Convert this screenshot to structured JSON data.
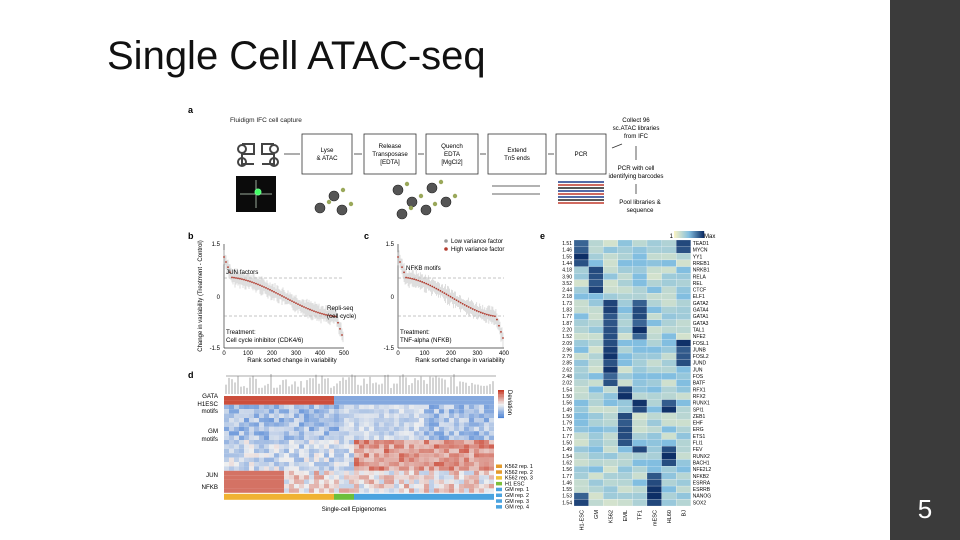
{
  "slide": {
    "title": "Single Cell ATAC-seq",
    "page_number": "5"
  },
  "colors": {
    "sidebar": "#3b3b3b",
    "heatmap_low": "#f6f1c4",
    "heatmap_high": "#0d2e66",
    "curve": "#b23b2e",
    "gata_bar": "#c0392b",
    "jun_bar": "#b5651d"
  },
  "panel_a": {
    "label": "a",
    "capture": "Fluidigm IFC cell capture",
    "steps": [
      {
        "lines": [
          "Lyse",
          "& ATAC"
        ]
      },
      {
        "lines": [
          "Release",
          "Transposase",
          "[EDTA]"
        ]
      },
      {
        "lines": [
          "Quench",
          "EDTA",
          "[MgCl2]"
        ]
      },
      {
        "lines": [
          "Extend",
          "Tn5 ends"
        ]
      },
      {
        "lines": [
          "PCR"
        ]
      }
    ],
    "collect": [
      "Collect 96",
      "sc.ATAC libraries",
      "from IFC"
    ],
    "pcr_barcodes": [
      "PCR with cell",
      "identifying barcodes"
    ],
    "pool": [
      "Pool libraries &",
      "sequence"
    ]
  },
  "panel_b": {
    "label": "b",
    "ylabel": "Change in variability (Treatment - Control)",
    "yticks": [
      "1.5",
      "0",
      "-1.5"
    ],
    "xticks": [
      "0",
      "100",
      "200",
      "300",
      "400",
      "500"
    ],
    "xlabel": "Rank sorted change in variability",
    "top_factor": "JUN factors",
    "bottom_factor": [
      "Repli-seq",
      "(cell cycle)"
    ],
    "treatment": [
      "Treatment:",
      "Cell cycle inhibitor (CDK4/6)"
    ]
  },
  "panel_c": {
    "label": "c",
    "yticks": [
      "1.5",
      "0",
      "-1.5"
    ],
    "xticks": [
      "0",
      "100",
      "200",
      "300",
      "400"
    ],
    "xlabel": "Rank sorted change in variability",
    "legend": [
      "Low variance factor",
      "High variance factor"
    ],
    "top_factor": "NFKB motifs",
    "treatment": [
      "Treatment:",
      "TNF-alpha (NFKB)"
    ]
  },
  "panel_d": {
    "label": "d",
    "row_labels": [
      "GATA",
      "H1ESC",
      "motifs",
      "GM",
      "motifs",
      "JUN",
      "NFKB"
    ],
    "colorbar": "Deviation",
    "legend": [
      "K562 rep. 1",
      "K562 rep. 2",
      "K562 rep. 3",
      "H1 ESC",
      "GM rep. 1",
      "GM rep. 2",
      "GM rep. 3",
      "GM rep. 4"
    ],
    "xlabel": "Single-cell Epigenomes"
  },
  "panel_e": {
    "label": "e",
    "colorbar_min": "1",
    "colorbar_max": "Max",
    "row_values": [
      "1.51",
      "1.46",
      "1.55",
      "1.44",
      "4.18",
      "3.90",
      "3.52",
      "2.44",
      "2.18",
      "1.73",
      "1.83",
      "1.77",
      "1.87",
      "2.20",
      "1.52",
      "2.09",
      "2.96",
      "2.79",
      "2.85",
      "2.62",
      "2.48",
      "2.02",
      "1.54",
      "1.50",
      "1.56",
      "1.49",
      "1.50",
      "1.79",
      "1.76",
      "1.77",
      "1.50",
      "1.49",
      "1.54",
      "1.62",
      "1.56",
      "1.77",
      "1.46",
      "1.55",
      "1.53",
      "1.54"
    ],
    "row_names": [
      "TEAD1",
      "MYCN",
      "YY1",
      "RREB1",
      "NRKB1",
      "RELA",
      "REL",
      "CTCF",
      "ELF1",
      "GATA2",
      "GATA4",
      "GATA1",
      "GATA3",
      "TAL1",
      "NFE2",
      "FOSL1",
      "JUNB",
      "FOSL2",
      "JUND",
      "JUN",
      "FOS",
      "BATF",
      "RFX1",
      "RFX2",
      "RUNX1",
      "SPI1",
      "ZEB1",
      "EHF",
      "ERG",
      "ETS1",
      "FLI1",
      "FEV",
      "RUNX2",
      "BACH1",
      "NFE2L2",
      "NFKB2",
      "ESRRA",
      "ESRRB",
      "NANOG",
      "SOX2"
    ],
    "columns": [
      "H1-ESC",
      "GM",
      "K562",
      "EML",
      "TF1",
      "mESC",
      "HL60",
      "BJ"
    ]
  }
}
